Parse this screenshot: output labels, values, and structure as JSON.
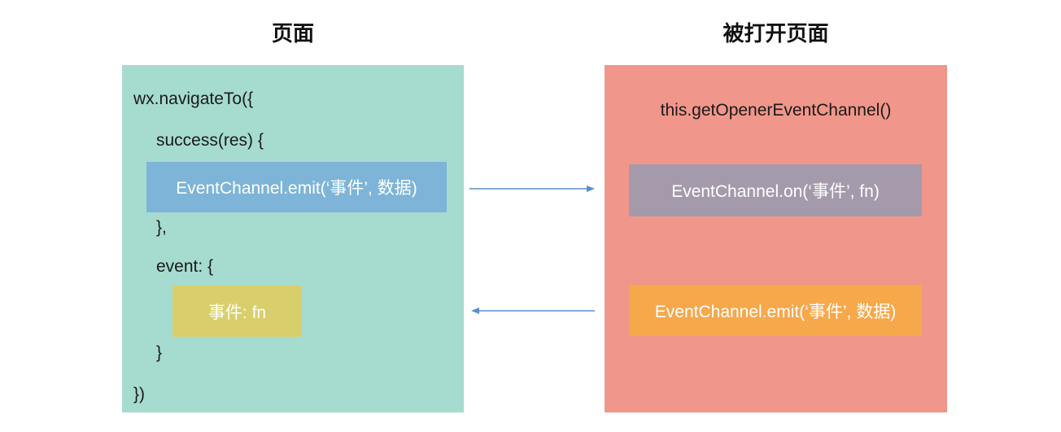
{
  "titles": {
    "left": "页面",
    "right": "被打开页面"
  },
  "left_panel": {
    "line1": "wx.navigateTo({",
    "line2": "success(res) {",
    "emit": "EventChannel.emit(‘事件’, 数据)",
    "line4": "},",
    "line5": "event: {",
    "handler": "事件: fn",
    "line7": "}",
    "line8": "})"
  },
  "right_panel": {
    "opener": "this.getOpenerEventChannel()",
    "on": "EventChannel.on(‘事件’, fn)",
    "emit": "EventChannel.emit(‘事件’, 数据)"
  },
  "colors": {
    "left_panel": "#a6dbd0",
    "right_panel": "#f0968a",
    "emit_box": "#7db4d7",
    "handler_box": "#d8cf6c",
    "on_box": "#a59aac",
    "emit_box_right": "#f6a84b",
    "arrow": "#5b8fc9"
  },
  "edges": [
    {
      "from": "left-emit-box",
      "to": "right-on-box",
      "direction": "right"
    },
    {
      "from": "right-emit-box",
      "to": "left-handler-box",
      "direction": "left"
    }
  ]
}
